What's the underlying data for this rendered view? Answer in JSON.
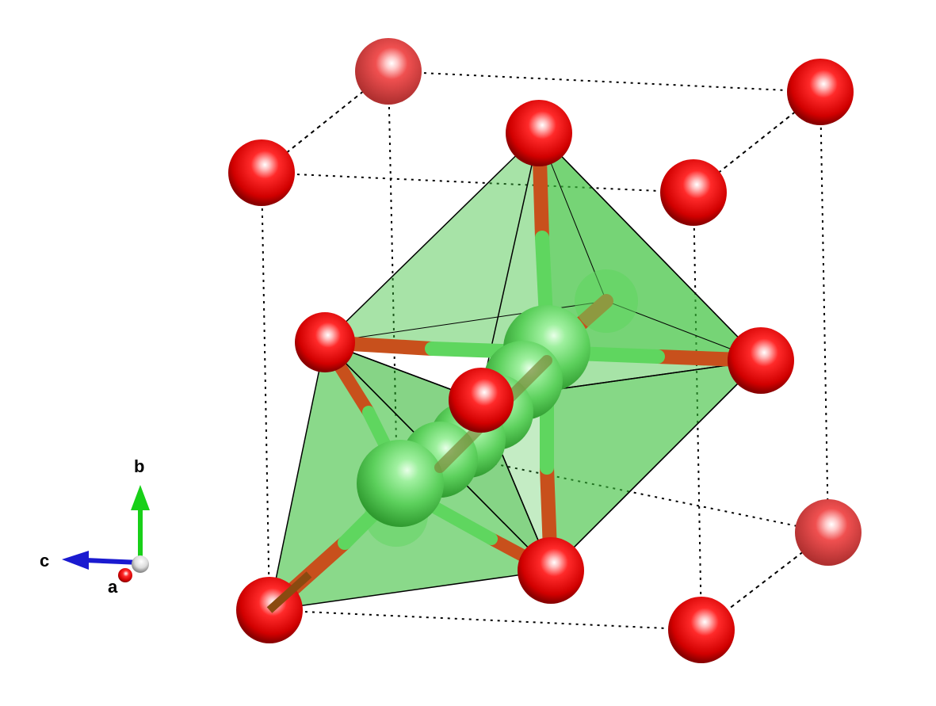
{
  "axes": {
    "a": {
      "label": "a",
      "color": "#c8141a"
    },
    "b": {
      "label": "b",
      "color": "#18d018"
    },
    "c": {
      "label": "c",
      "color": "#1a1ad0"
    }
  },
  "colors": {
    "atom_o": "#e4151b",
    "atom_metal": "#5fd65f",
    "polyhedron_fill": "#3cc03c",
    "bond_o": "#c8501c",
    "bond_metal": "#5fd65f",
    "cell_edge": "#000000"
  },
  "icons": {
    "oxygen_atom": "red-sphere",
    "metal_atom": "green-sphere",
    "axis_origin": "white-sphere"
  }
}
